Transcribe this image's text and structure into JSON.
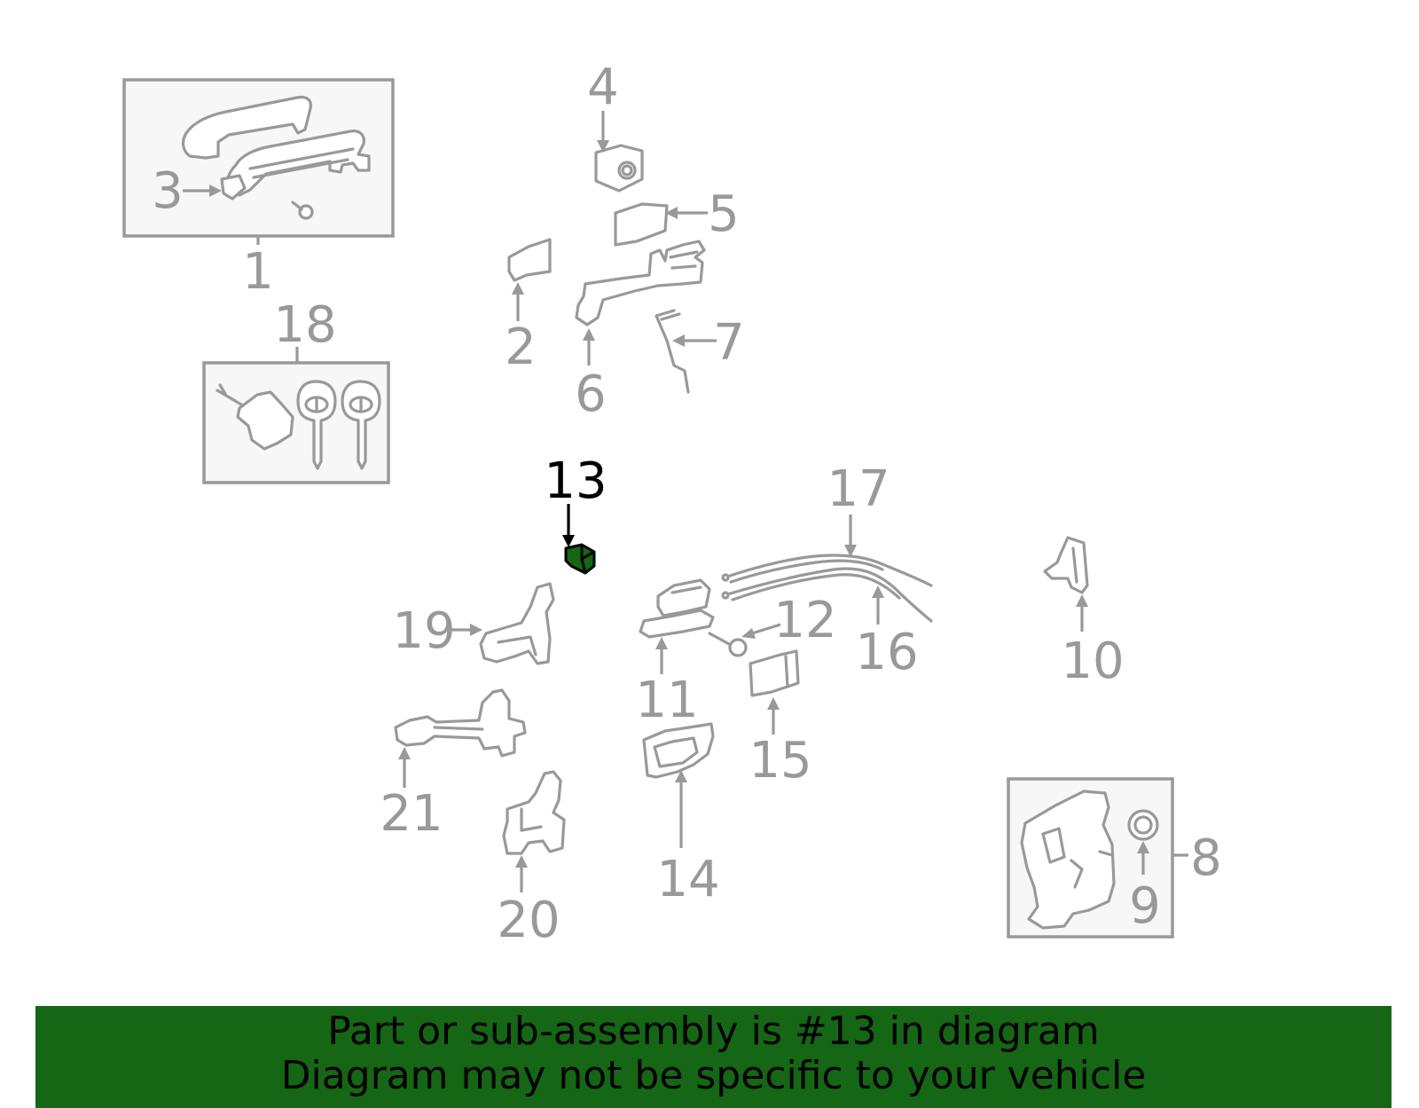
{
  "diagram": {
    "highlighted_part": "13",
    "accent_color": "#156615",
    "line_color": "#999999",
    "callouts": {
      "c1": "1",
      "c2": "2",
      "c3": "3",
      "c4": "4",
      "c5": "5",
      "c6": "6",
      "c7": "7",
      "c8": "8",
      "c9": "9",
      "c10": "10",
      "c11": "11",
      "c12": "12",
      "c13": "13",
      "c14": "14",
      "c15": "15",
      "c16": "16",
      "c17": "17",
      "c18": "18",
      "c19": "19",
      "c20": "20",
      "c21": "21"
    }
  },
  "banner": {
    "line1": "Part or sub-assembly is #13 in diagram",
    "line2": "Diagram may not be specific to your vehicle"
  }
}
